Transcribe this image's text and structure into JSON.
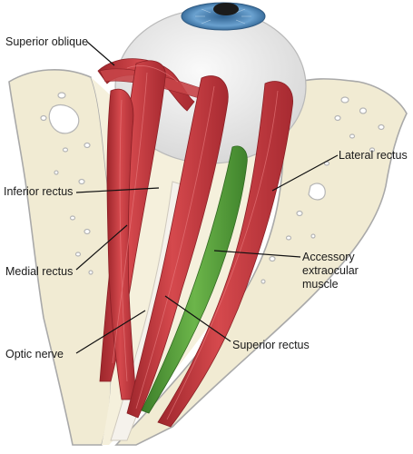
{
  "labels": {
    "superior_oblique": "Superior oblique",
    "inferior_rectus": "Inferior rectus",
    "medial_rectus": "Medial rectus",
    "optic_nerve": "Optic nerve",
    "lateral_rectus": "Lateral rectus",
    "accessory_extraocular_muscle": "Accessory extraocular\nmuscle",
    "superior_rectus": "Superior rectus"
  },
  "colors": {
    "muscle": "#c8393d",
    "muscle_dark": "#a62a30",
    "accessory_muscle": "#4f9a36",
    "bone": "#f1ebd3",
    "bone_outline": "#a9a9a9",
    "globe": "#e9e9e9",
    "iris": "#5e95c2",
    "pupil": "#1b1b1b",
    "optic_nerve": "#f5f2ec",
    "leader_line": "#111111"
  }
}
